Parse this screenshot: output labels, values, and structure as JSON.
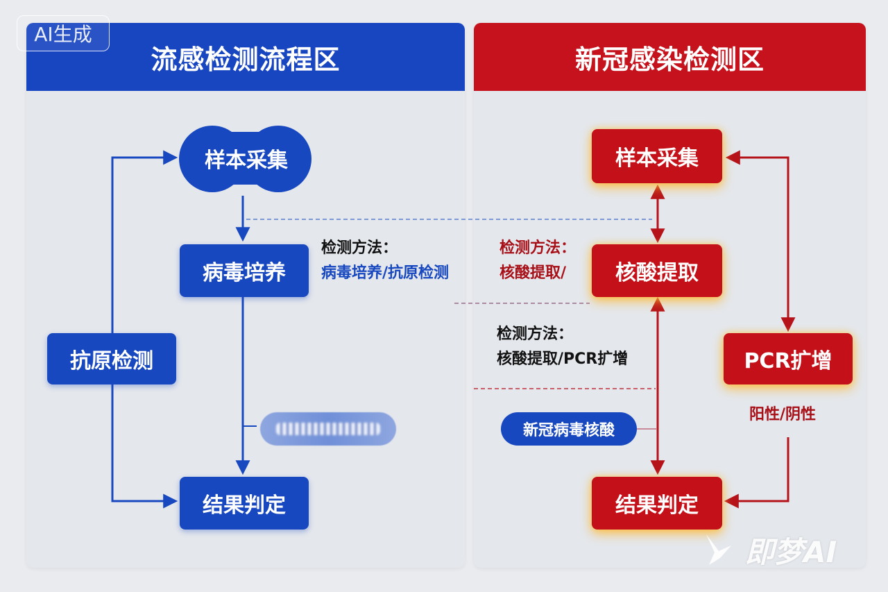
{
  "watermark": {
    "top": "AI生成",
    "bottom": "即梦AI"
  },
  "left_panel": {
    "title": "流感检测流程区",
    "nodes": {
      "sample": "样本采集",
      "culture": "病毒培养",
      "antigen": "抗原检测",
      "result": "结果判定"
    },
    "note": {
      "line1": "检测方法：",
      "line2": "病毒培养/抗原检测"
    },
    "blurred_pill": "",
    "colors": {
      "primary": "#1848c0",
      "header": "#1846c0"
    }
  },
  "right_panel": {
    "title": "新冠感染检测区",
    "nodes": {
      "sample": "样本采集",
      "extraction": "核酸提取",
      "pcr": "PCR扩增",
      "result": "结果判定"
    },
    "note_upper": {
      "line1": "检测方法：",
      "line2": "核酸提取/"
    },
    "note_lower": {
      "line1": "检测方法：",
      "line2": "核酸提取/PCR扩增"
    },
    "pcr_outcome": "阳性/阴性",
    "covid_pill": "新冠病毒核酸",
    "colors": {
      "primary": "#c41119",
      "header": "#c5121c",
      "glow": "#ffc53a"
    }
  }
}
